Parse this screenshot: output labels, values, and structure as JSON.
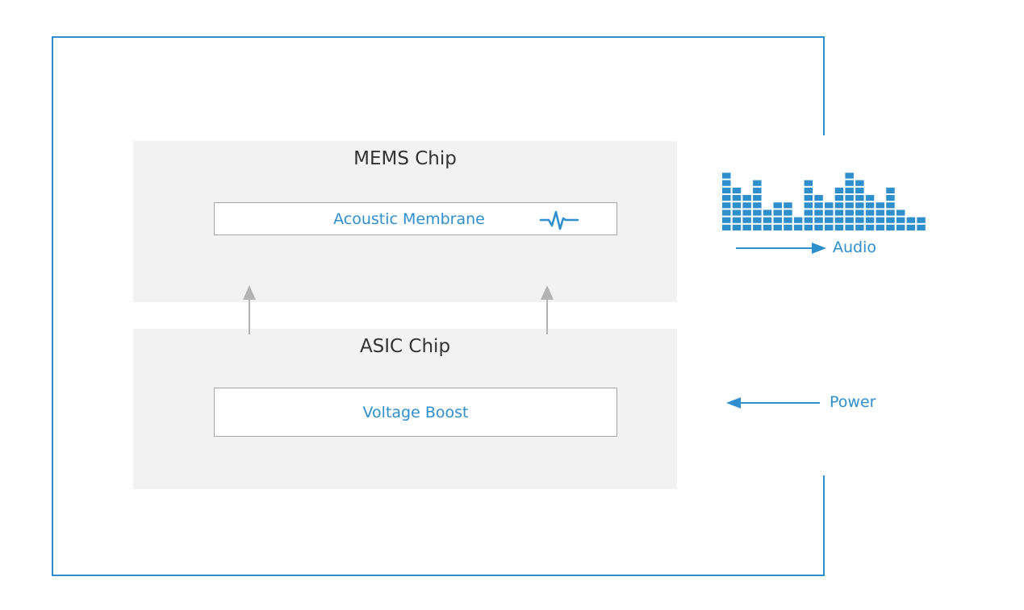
{
  "colors": {
    "accent": "#2f8fcc",
    "panel": "#f2f2f2",
    "frame": "#2f8fcc",
    "arrow_gray": "#b3b3b3",
    "title_text": "#333333"
  },
  "mems_chip": {
    "title": "MEMS Chip",
    "component": {
      "label": "Acoustic Membrane",
      "icon": "waveform-icon"
    }
  },
  "asic_chip": {
    "title": "ASIC Chip",
    "component": {
      "label": "Voltage Boost"
    }
  },
  "outputs": {
    "audio": {
      "label": "Audio",
      "direction": "out",
      "icon": "audio-spectrum-icon"
    },
    "power": {
      "label": "Power",
      "direction": "in"
    }
  },
  "spectrum_levels": [
    8,
    6,
    5,
    7,
    3,
    4,
    4,
    2,
    7,
    5,
    4,
    6,
    8,
    7,
    5,
    4,
    6,
    3,
    2,
    2
  ]
}
